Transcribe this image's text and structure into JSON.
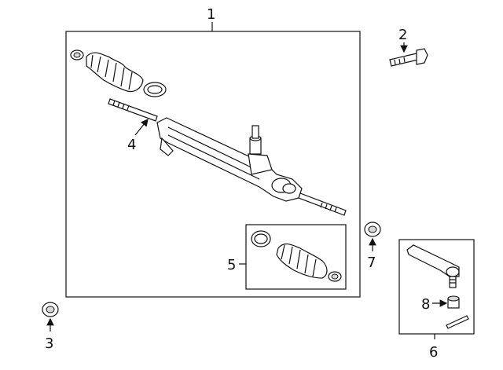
{
  "diagram": {
    "callouts": [
      "1",
      "2",
      "3",
      "4",
      "5",
      "6",
      "7",
      "8"
    ]
  },
  "colors": {
    "line": "#111111",
    "shade": "#d9d9d9",
    "background": "#ffffff"
  },
  "icons": {
    "steering_gear": "steering-gear-assembly-icon",
    "bolt": "mounting-bolt-icon",
    "bushing": "mount-bushing-icon",
    "inner_tie_rod": "inner-tie-rod-icon",
    "boot_kit": "rack-boot-kit-icon",
    "outer_tie_rod": "outer-tie-rod-end-icon",
    "nut": "castle-nut-icon",
    "cotter_pin": "cotter-pin-icon"
  }
}
